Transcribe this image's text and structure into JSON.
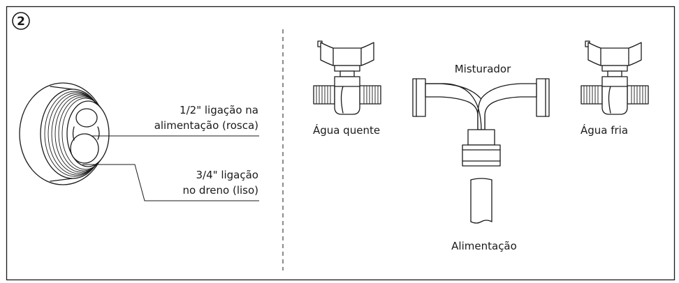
{
  "step_number": "2",
  "labels": {
    "supply_connection_line1": "1/2\" ligação na",
    "supply_connection_line2": "alimentação (rosca)",
    "drain_connection_line1": "3/4\" ligação",
    "drain_connection_line2": "no dreno (liso)",
    "hot_water": "Água quente",
    "mixer": "Misturador",
    "cold_water": "Água fria",
    "supply": "Alimentação"
  }
}
